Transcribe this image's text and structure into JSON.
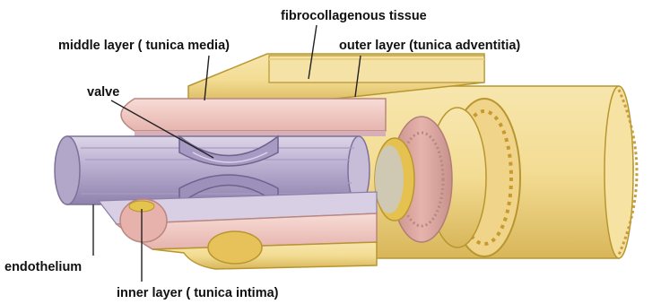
{
  "labels": {
    "fibrocollagenous": "fibrocollagenous tissue",
    "media": "middle layer ( tunica media)",
    "adventitia": "outer  layer (tunica adventitia)",
    "valve": "valve",
    "endothelium": "endothelium",
    "intima": "inner layer ( tunica intima)"
  },
  "colors": {
    "adventitia": "#f1d98f",
    "adventitia_shade": "#d9b95a",
    "media": "#f1c7c3",
    "intima": "#cfc6d9",
    "lumen": "#bdb3d1",
    "border_gold": "#cfa43a"
  }
}
